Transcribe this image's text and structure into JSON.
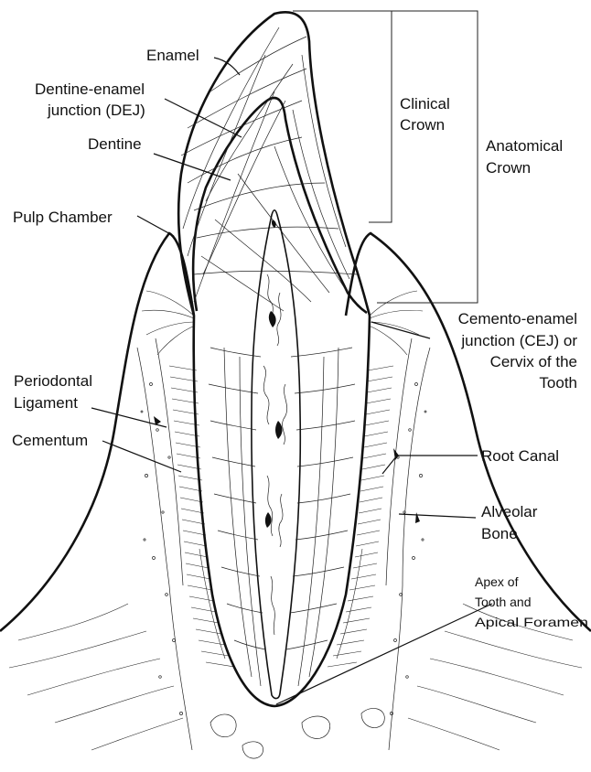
{
  "labels": {
    "enamel": "Enamel",
    "dej_line1": "Dentine-enamel",
    "dej_line2": "junction (DEJ)",
    "dentine": "Dentine",
    "pulp_chamber": "Pulp Chamber",
    "periodontal_line1": "Periodontal",
    "periodontal_line2": "Ligament",
    "cementum": "Cementum",
    "clinical_line1": "Clinical",
    "clinical_line2": "Crown",
    "anatomical_line1": "Anatomical",
    "anatomical_line2": "Crown",
    "cej_line1": "Cemento-enamel",
    "cej_line2": "junction (CEJ) or",
    "cej_line3": "Cervix of the",
    "cej_line4": "Tooth",
    "root_canal": "Root Canal",
    "alveolar_line1": "Alveolar",
    "alveolar_line2": "Bone",
    "apex_line1": "Apex of",
    "apex_line2": "Tooth and",
    "apex_line3": "Apical Foramen"
  },
  "colors": {
    "ink": "#111111",
    "background": "#ffffff"
  }
}
